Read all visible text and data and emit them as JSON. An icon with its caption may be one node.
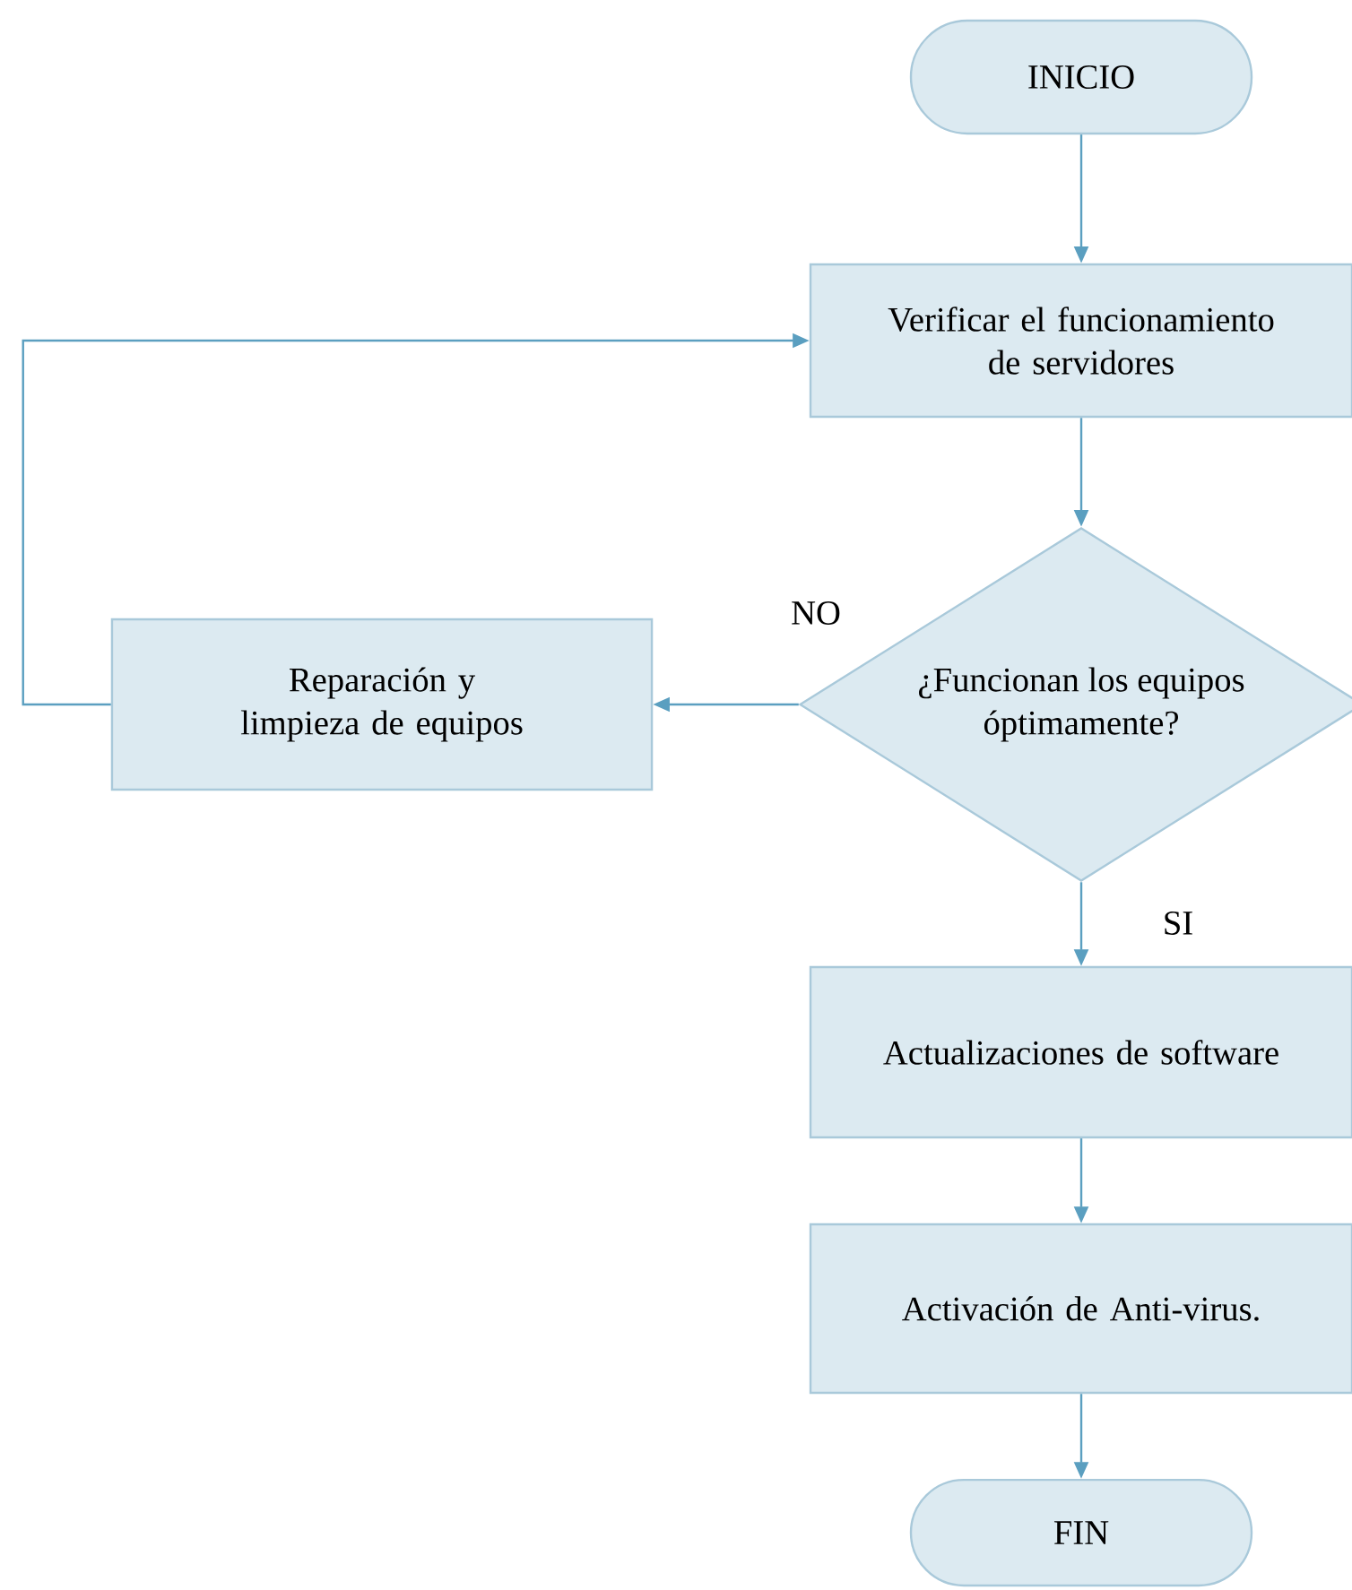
{
  "diagram": {
    "nodes": [
      {
        "text": [
          "INICIO"
        ]
      },
      {
        "text": [
          "Verificar el funcionamiento de servidores"
        ]
      },
      {
        "text": [
          "¿Funcionan los equipos óptimamente?"
        ]
      },
      {
        "text": [
          "Reparación y limpieza de equipos"
        ]
      },
      {
        "text": [
          "Actualizaciones de software"
        ]
      },
      {
        "text": [
          "Activación de Anti-virus."
        ]
      },
      {
        "text": [
          "FIN"
        ]
      }
    ],
    "edges": [
      {
        "from": 0,
        "to": 1,
        "arrow": "to"
      },
      {
        "from": 1,
        "to": 2,
        "arrow": "to"
      },
      {
        "from": 2,
        "to": 3,
        "arrow": "to",
        "label": "NO"
      },
      {
        "from": 2,
        "to": 4,
        "arrow": "to",
        "label": "SI"
      },
      {
        "from": 3,
        "to": 1,
        "arrow": "to"
      },
      {
        "from": 4,
        "to": 5,
        "arrow": "to"
      },
      {
        "from": 5,
        "to": 6,
        "arrow": "to"
      }
    ]
  }
}
